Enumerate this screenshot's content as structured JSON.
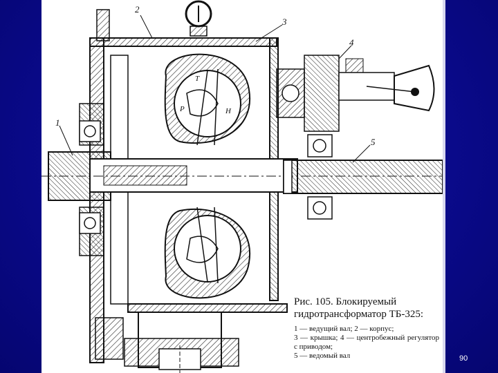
{
  "figure": {
    "callouts": [
      "1",
      "2",
      "3",
      "4",
      "5"
    ],
    "zone_letters": [
      "T",
      "P",
      "H"
    ],
    "caption_title": "Рис. 105. Блокируемый гидротрансформатор ТБ-325:",
    "legend": [
      "1 — ведущий вал;  2 — корпус;",
      "3 — крышка;  4 — центробежный регулятор с приводом;",
      "5 — ведомый вал"
    ]
  },
  "slide": {
    "page_number": "90"
  },
  "colors": {
    "background": "#0a0a8c",
    "paper": "#ffffff",
    "ink": "#111111"
  }
}
